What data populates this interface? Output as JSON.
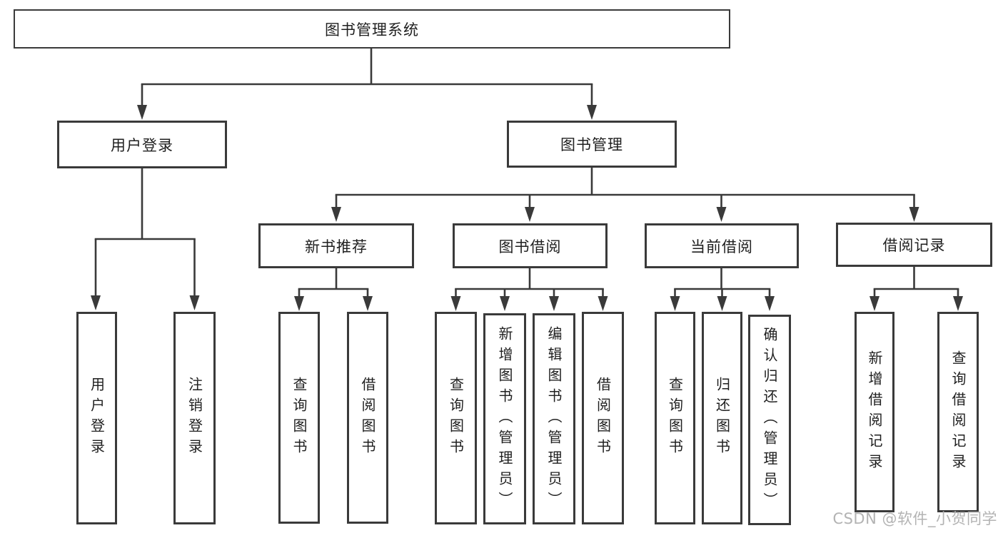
{
  "tree": {
    "label": "图书管理系统",
    "children": [
      {
        "label": "用户登录",
        "children": [
          {
            "label": "用户登录"
          },
          {
            "label": "注销登录"
          }
        ]
      },
      {
        "label": "图书管理",
        "children": [
          {
            "label": "新书推荐",
            "children": [
              {
                "label": "查询图书"
              },
              {
                "label": "借阅图书"
              }
            ]
          },
          {
            "label": "图书借阅",
            "children": [
              {
                "label": "查询图书"
              },
              {
                "label": "新增图书（管理员）"
              },
              {
                "label": "编辑图书（管理员）"
              },
              {
                "label": "借阅图书"
              }
            ]
          },
          {
            "label": "当前借阅",
            "children": [
              {
                "label": "查询图书"
              },
              {
                "label": "归还图书"
              },
              {
                "label": "确认归还（管理员）"
              }
            ]
          },
          {
            "label": "借阅记录",
            "children": [
              {
                "label": "新增借阅记录"
              },
              {
                "label": "查询借阅记录"
              }
            ]
          }
        ]
      }
    ]
  },
  "watermark": {
    "text": "CSDN @软件_小贺同学"
  },
  "colors": {
    "line": "#3a3a3a",
    "box_border": "#3a3a3a",
    "text": "#1f1f1f",
    "box_background": "#ffffff",
    "page_background": "#ffffff",
    "watermark": "#b3b3b3"
  }
}
